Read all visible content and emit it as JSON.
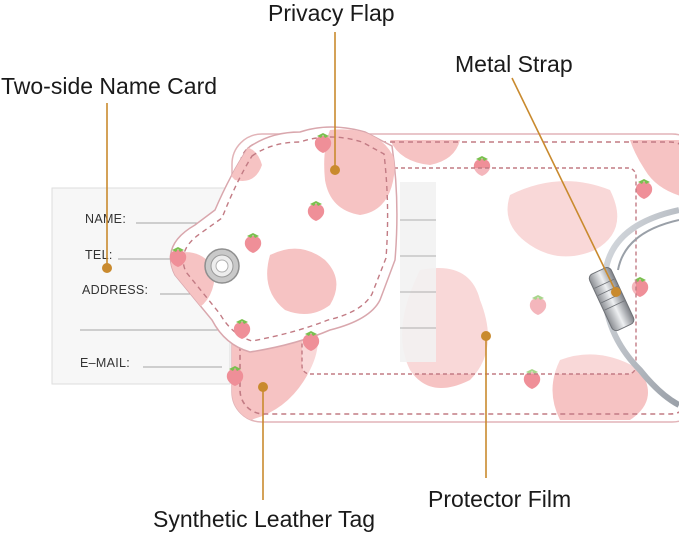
{
  "callouts": {
    "privacy_flap": "Privacy Flap",
    "two_side_name_card": "Two-side Name Card",
    "metal_strap": "Metal Strap",
    "protector_film": "Protector Film",
    "synthetic_leather_tag": "Synthetic Leather Tag"
  },
  "name_card": {
    "name": "NAME:",
    "tel": "TEL:",
    "address": "ADDRESS:",
    "email": "E–MAIL:"
  },
  "colors": {
    "leader_line": "#c98a2e",
    "leader_dot": "#c98a2e",
    "leather_base": "#ffffff",
    "cow_spots": "#f6c3c3",
    "stitching": "#c27b84",
    "strawberry": "#ef8f98",
    "strawberry_leaf": "#7bbf4f",
    "card": "#f7f7f7",
    "grommet": "#c9c9c9",
    "cable": "#b8bcc2"
  },
  "icons": {
    "grommet": "metal-grommet-icon",
    "strawberry": "strawberry-icon",
    "cable_clasp": "screw-clasp-icon"
  }
}
